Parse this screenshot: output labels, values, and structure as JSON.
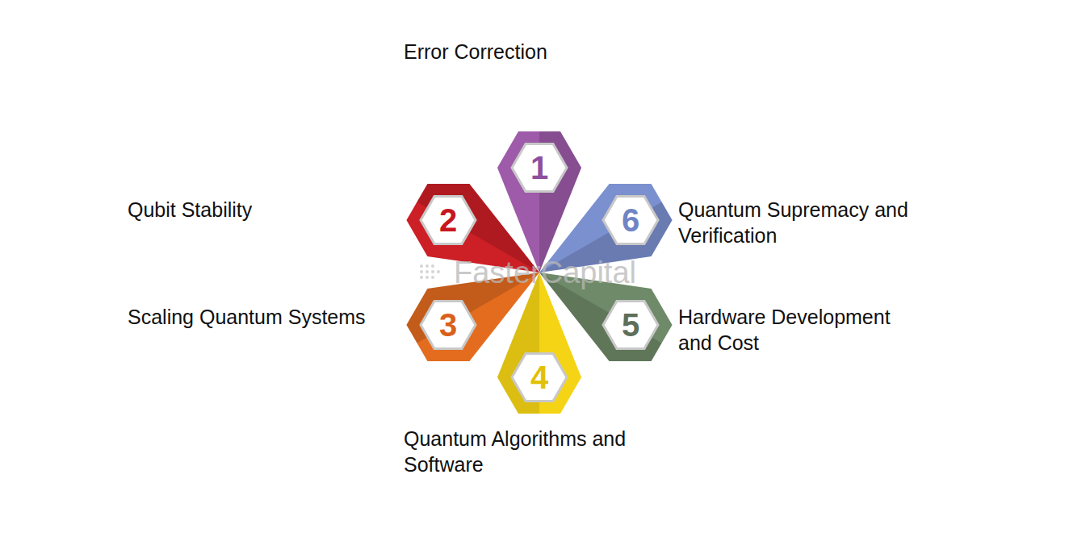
{
  "diagram": {
    "nodes": [
      {
        "text": [
          "1",
          "Error Correction"
        ]
      },
      {
        "text": [
          "2",
          "Qubit Stability"
        ]
      },
      {
        "text": [
          "3",
          "Scaling Quantum Systems"
        ]
      },
      {
        "text": [
          "4",
          "Quantum Algorithms and Software"
        ]
      },
      {
        "text": [
          "5",
          "Hardware Development and Cost"
        ]
      },
      {
        "text": [
          "6",
          "Quantum Supremacy and Verification"
        ]
      }
    ],
    "labels": [
      "FasterCapital"
    ]
  }
}
